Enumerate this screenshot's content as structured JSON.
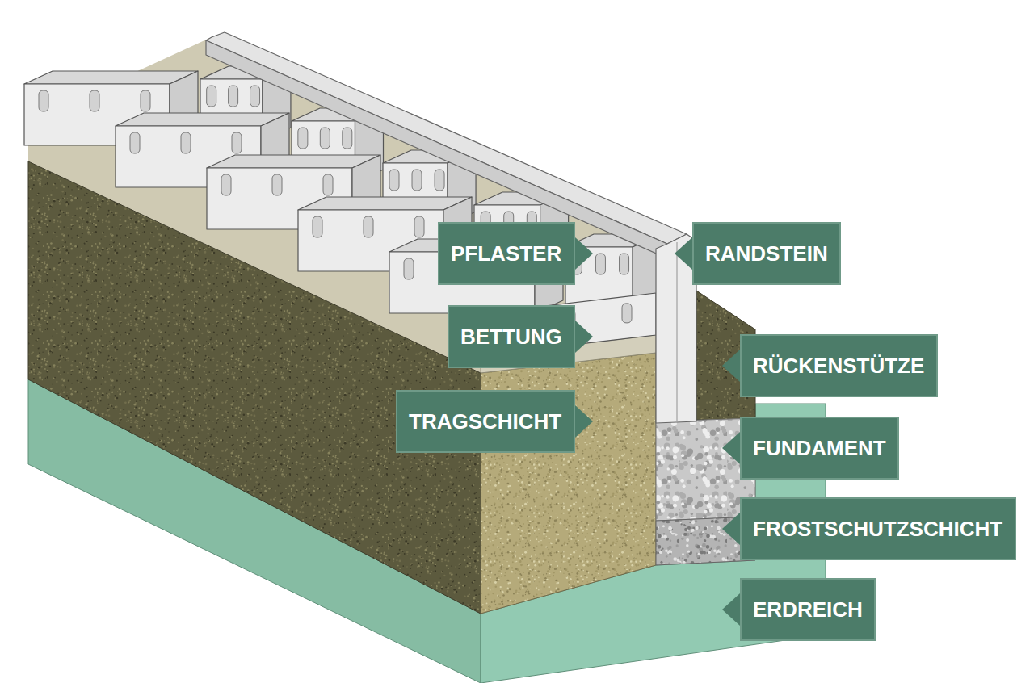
{
  "diagram": {
    "nodes": [
      {
        "text": [
          "PFLASTER"
        ]
      },
      {
        "text": [
          "RANDSTEIN"
        ]
      },
      {
        "text": [
          "BETTUNG"
        ]
      },
      {
        "text": [
          "RÜCKENSTÜTZE"
        ]
      },
      {
        "text": [
          "TRAGSCHICHT"
        ]
      },
      {
        "text": [
          "FUNDAMENT"
        ]
      },
      {
        "text": [
          "FROSTSCHUTZSCHICHT"
        ]
      },
      {
        "text": [
          "ERDREICH"
        ]
      }
    ]
  }
}
